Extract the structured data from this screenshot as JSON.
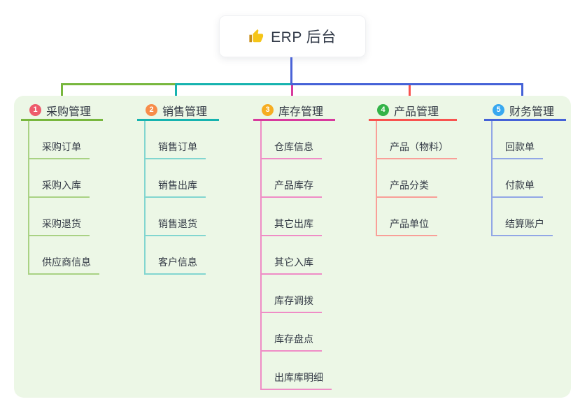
{
  "root": {
    "title": "ERP 后台",
    "icon": "thumbs-up-icon",
    "icon_color": "#f5c518",
    "cuff_color": "#c98f1b",
    "line_color": "#4a63d7"
  },
  "panel": {
    "background": "#ecf7e6"
  },
  "branches": [
    {
      "num": "1",
      "label": "采购管理",
      "badge_color": "#ee5b6c",
      "line_color": "#78b73e",
      "child_line_color": "#a9d284",
      "children": [
        "采购订单",
        "采购入库",
        "采购退货",
        "供应商信息"
      ]
    },
    {
      "num": "2",
      "label": "销售管理",
      "badge_color": "#f78c4a",
      "line_color": "#16b3af",
      "child_line_color": "#82d6d0",
      "children": [
        "销售订单",
        "销售出库",
        "销售退货",
        "客户信息"
      ]
    },
    {
      "num": "3",
      "label": "库存管理",
      "badge_color": "#f6ad22",
      "line_color": "#d83a9d",
      "child_line_color": "#ef8cc6",
      "children": [
        "仓库信息",
        "产品库存",
        "其它出库",
        "其它入库",
        "库存调拨",
        "库存盘点",
        "出库库明细"
      ]
    },
    {
      "num": "4",
      "label": "产品管理",
      "badge_color": "#33b348",
      "line_color": "#f8534f",
      "child_line_color": "#f99f98",
      "children": [
        "产品（物料）",
        "产品分类",
        "产品单位"
      ]
    },
    {
      "num": "5",
      "label": "财务管理",
      "badge_color": "#38a8f0",
      "line_color": "#4562d7",
      "child_line_color": "#92a7e6",
      "children": [
        "回款单",
        "付款单",
        "结算账户"
      ]
    }
  ]
}
